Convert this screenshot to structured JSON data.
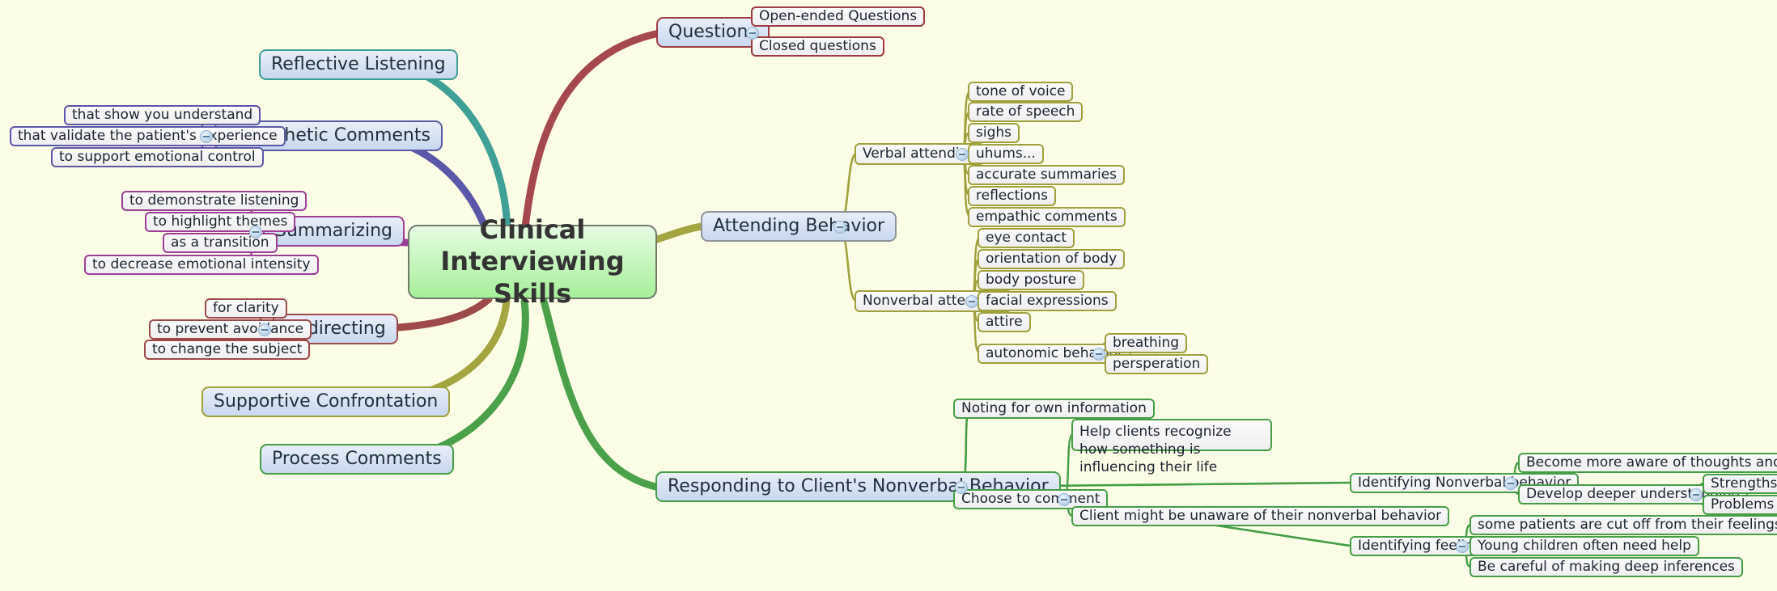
{
  "document": {
    "title": "Clinical Interviewing Skills",
    "background_color": "#fcfde6"
  },
  "root": {
    "label": "Clinical Interviewing Skills"
  },
  "palette": {
    "questions": "#9e3b42",
    "reflective_listening": "#3d9e96",
    "empathetic_comments": "#5b57a8",
    "summarizing": "#9c3d96",
    "redirecting": "#9e4a4a",
    "supportive_confrontation": "#a0a03c",
    "process_comments": "#459e45",
    "attending_behavior": "#a0a03c",
    "responding_nonverbal": "#459e45",
    "main_node_border": "#8e9498",
    "root_fill_top": "#e6fbe2",
    "root_fill_bottom": "#a6f09a"
  },
  "branches": {
    "questions": {
      "label": "Questions",
      "children": [
        {
          "label": "Open-ended Questions"
        },
        {
          "label": "Closed questions"
        }
      ]
    },
    "reflective_listening": {
      "label": "Reflective Listening",
      "children": []
    },
    "empathetic_comments": {
      "label": "Empathetic Comments",
      "children": [
        {
          "label": "that show you understand"
        },
        {
          "label": "that validate the patient's experience"
        },
        {
          "label": "to support emotional control"
        }
      ]
    },
    "summarizing": {
      "label": "Summarizing",
      "children": [
        {
          "label": "to demonstrate listening"
        },
        {
          "label": "to highlight themes"
        },
        {
          "label": "as a transition"
        },
        {
          "label": "to decrease emotional intensity"
        }
      ]
    },
    "redirecting": {
      "label": "Redirecting",
      "children": [
        {
          "label": "for clarity"
        },
        {
          "label": "to prevent avoidance"
        },
        {
          "label": "to change the subject"
        }
      ]
    },
    "supportive_confrontation": {
      "label": "Supportive Confrontation",
      "children": []
    },
    "process_comments": {
      "label": "Process Comments",
      "children": []
    },
    "attending_behavior": {
      "label": "Attending Behavior",
      "children": [
        {
          "label": "Verbal attending",
          "children": [
            {
              "label": "tone of voice"
            },
            {
              "label": "rate of speech"
            },
            {
              "label": "sighs"
            },
            {
              "label": "uhums..."
            },
            {
              "label": "accurate summaries"
            },
            {
              "label": "reflections"
            },
            {
              "label": "empathic comments"
            }
          ]
        },
        {
          "label": "Nonverbal attending",
          "children": [
            {
              "label": "eye contact"
            },
            {
              "label": "orientation of body"
            },
            {
              "label": "body posture"
            },
            {
              "label": "facial expressions"
            },
            {
              "label": "attire"
            },
            {
              "label": "autonomic behavior",
              "children": [
                {
                  "label": "breathing"
                },
                {
                  "label": "persperation"
                }
              ]
            }
          ]
        }
      ]
    },
    "responding_nonverbal": {
      "label": "Responding to Client's Nonverbal Behavior",
      "children": [
        {
          "label": "Noting for own information"
        },
        {
          "label": "Choose to comment",
          "children": [
            {
              "label": "Help clients recognize how something is influencing their life"
            },
            {
              "label": "Client might be unaware of their nonverbal behavior"
            }
          ]
        },
        {
          "label": "Identifying Nonverbal behavior",
          "children": [
            {
              "label": "Become more aware of thoughts and emotions"
            },
            {
              "label": "Develop deeper understanding",
              "children": [
                {
                  "label": "Strengths"
                },
                {
                  "label": "Problems"
                }
              ]
            }
          ]
        },
        {
          "label": "Identifying feelings",
          "children": [
            {
              "label": "some patients are cut off from their feelings and emotions"
            },
            {
              "label": "Young children often need help"
            },
            {
              "label": "Be careful of making deep inferences"
            }
          ]
        }
      ]
    }
  }
}
